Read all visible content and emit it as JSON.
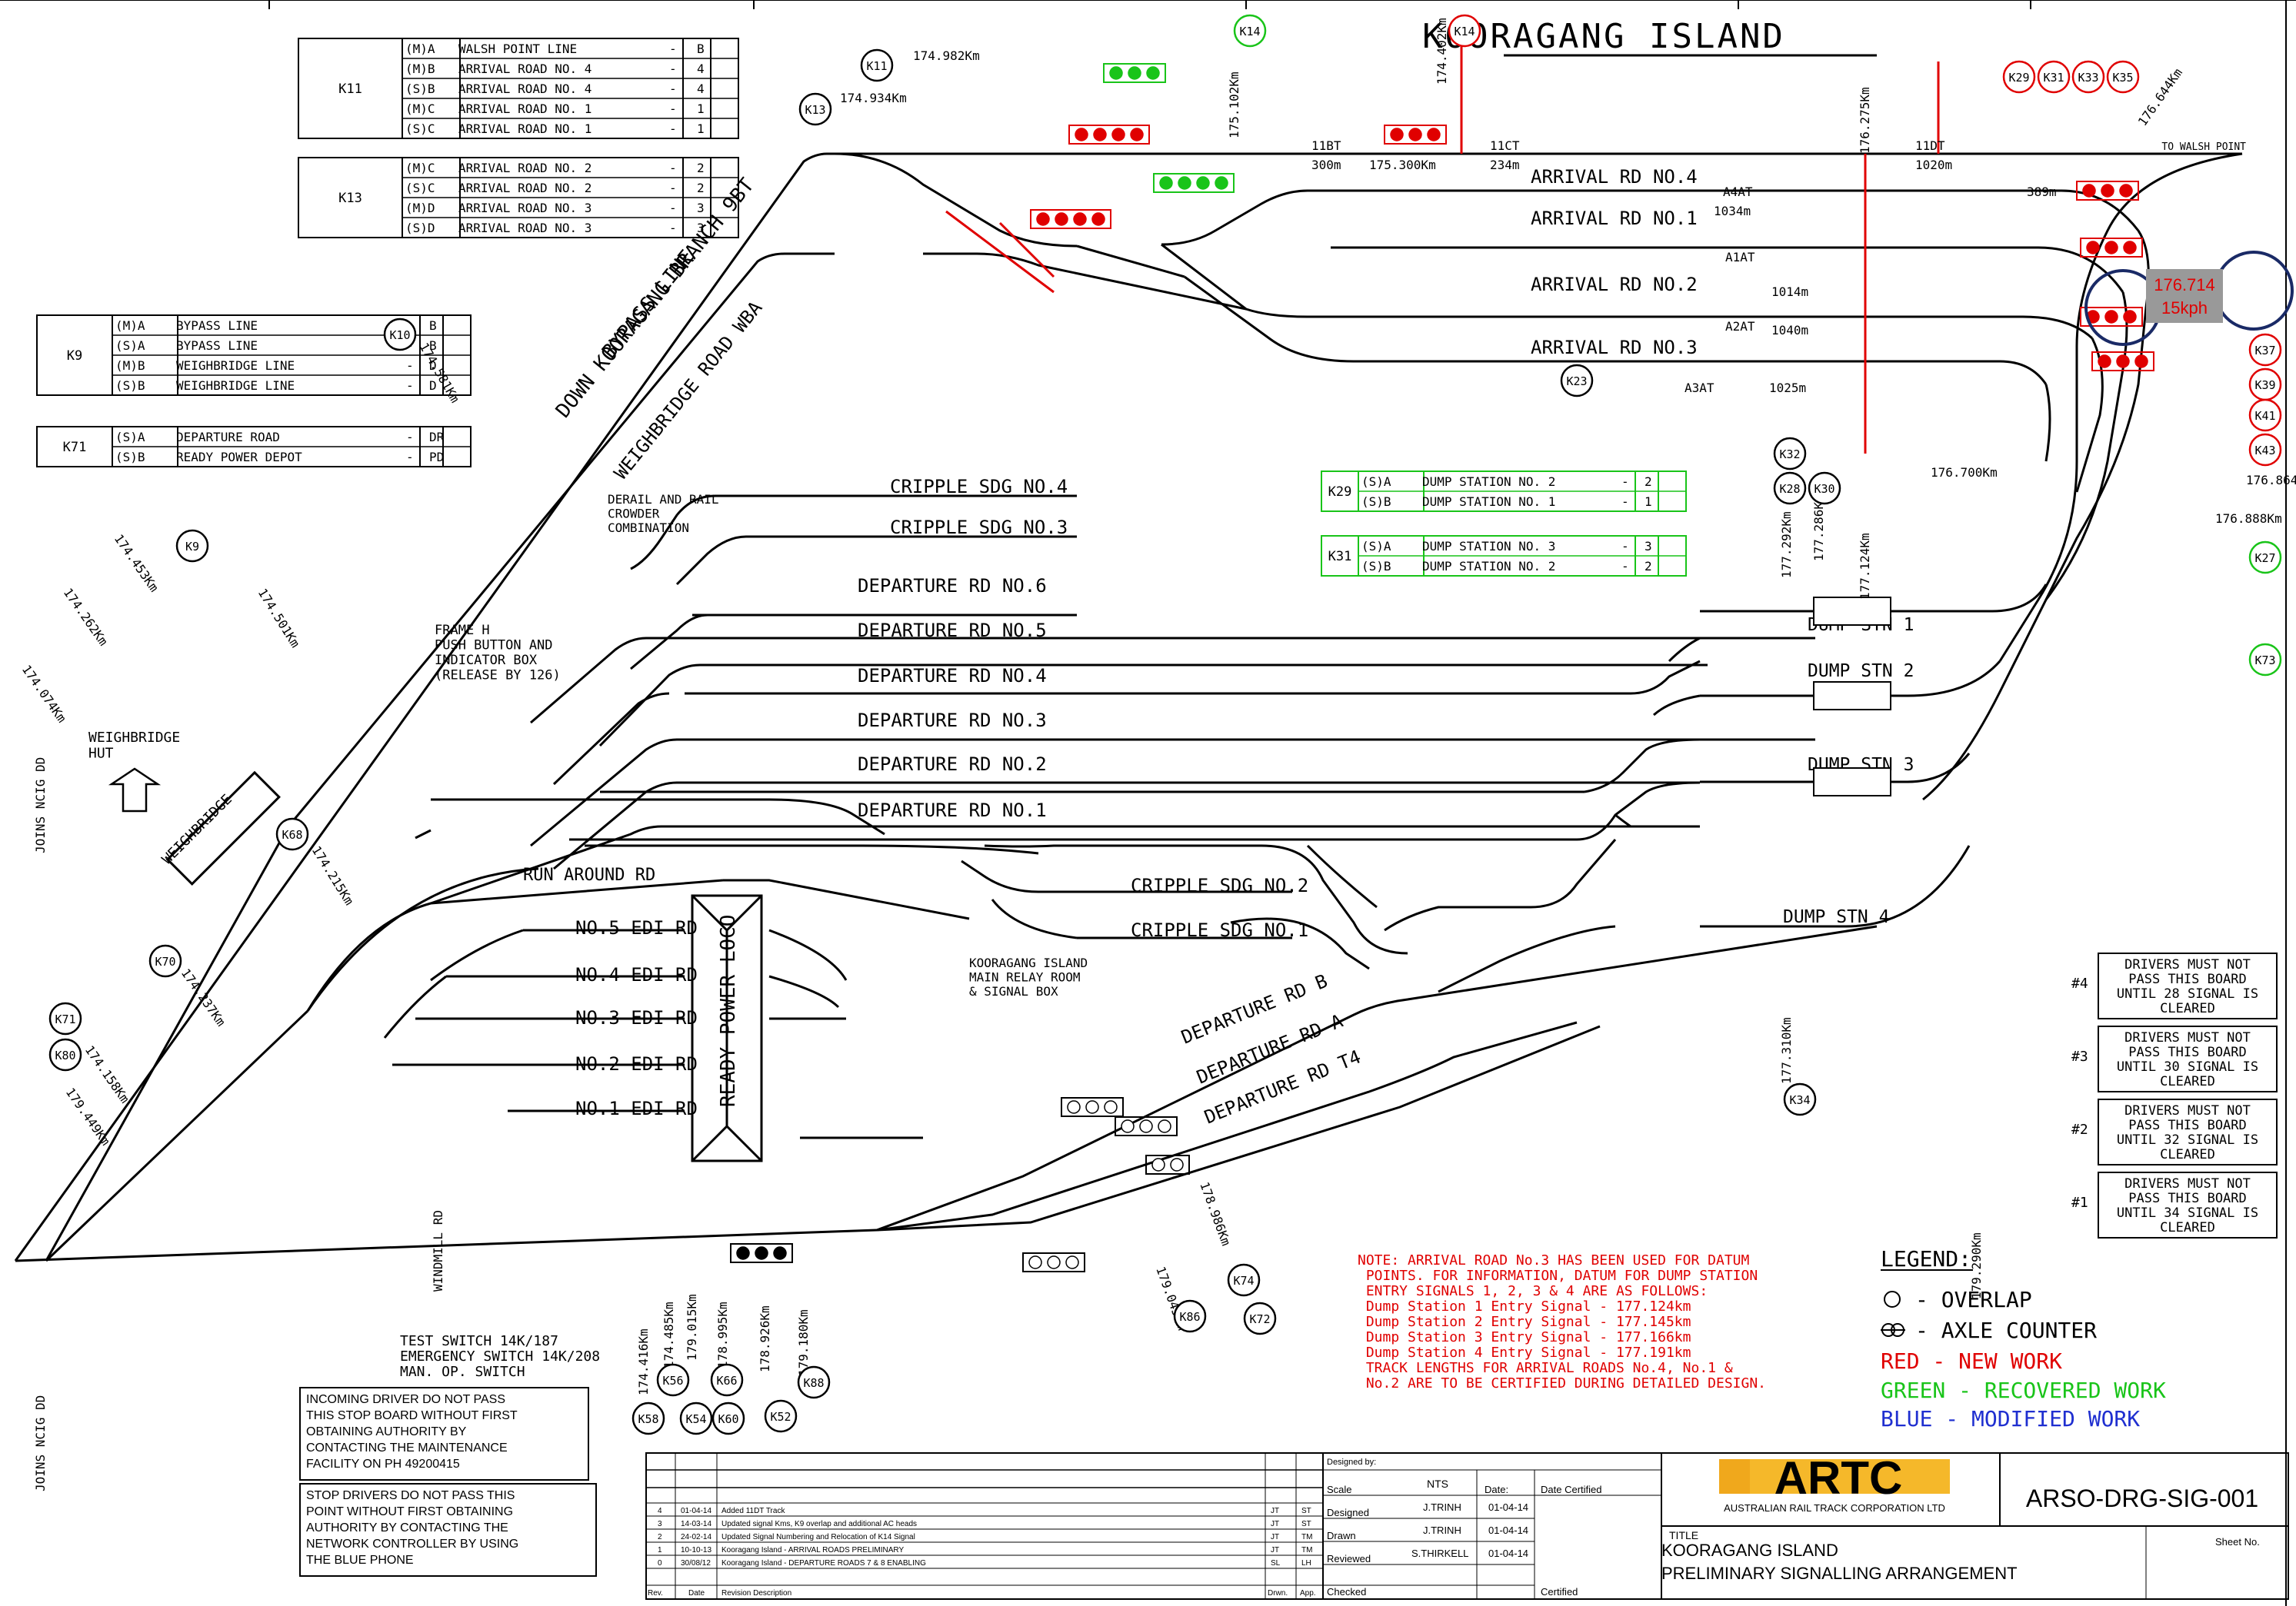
{
  "title": "KOORAGANG ISLAND",
  "to_walsh": "TO WALSH POINT",
  "routes": {
    "k11": {
      "sig": "K11",
      "rows": [
        {
          "code": "(M)A",
          "name": "WALSH POINT LINE",
          "dash": "-",
          "ind": "B",
          "color": "#000000"
        },
        {
          "code": "(M)B",
          "name": "ARRIVAL ROAD NO. 4",
          "dash": "-",
          "ind": "4",
          "color": "#e00000"
        },
        {
          "code": "(S)B",
          "name": "ARRIVAL ROAD NO. 4",
          "dash": "-",
          "ind": "4",
          "color": "#000000"
        },
        {
          "code": "(M)C",
          "name": "ARRIVAL ROAD NO. 1",
          "dash": "-",
          "ind": "1",
          "color": "#e00000"
        },
        {
          "code": "(S)C",
          "name": "ARRIVAL ROAD NO. 1",
          "dash": "-",
          "ind": "1",
          "color": "#000000"
        }
      ]
    },
    "k13": {
      "sig": "K13",
      "rows": [
        {
          "code": "(M)C",
          "name": "ARRIVAL ROAD NO. 2",
          "dash": "-",
          "ind": "2",
          "color": "#e00000"
        },
        {
          "code": "(S)C",
          "name": "ARRIVAL ROAD NO. 2",
          "dash": "-",
          "ind": "2",
          "color": "#000000"
        },
        {
          "code": "(M)D",
          "name": "ARRIVAL ROAD NO. 3",
          "dash": "-",
          "ind": "3",
          "color": "#e00000"
        },
        {
          "code": "(S)D",
          "name": "ARRIVAL ROAD NO. 3",
          "dash": "-",
          "ind": "3",
          "color": "#000000"
        }
      ]
    },
    "k9": {
      "sig": "K9",
      "rows": [
        {
          "code": "(M)A",
          "name": "BYPASS LINE",
          "dash": "-",
          "ind": "B",
          "color": "#000000"
        },
        {
          "code": "(S)A",
          "name": "BYPASS LINE",
          "dash": "-",
          "ind": "B",
          "color": "#e00000"
        },
        {
          "code": "(M)B",
          "name": "WEIGHBRIDGE LINE",
          "dash": "-",
          "ind": "D",
          "color": "#e00000"
        },
        {
          "code": "(S)B",
          "name": "WEIGHBRIDGE LINE",
          "dash": "-",
          "ind": "D",
          "color": "#000000"
        }
      ]
    },
    "k71": {
      "sig": "K71",
      "rows": [
        {
          "code": "(S)A",
          "name": "DEPARTURE ROAD",
          "dash": "-",
          "ind": "DR",
          "color": "#000000"
        },
        {
          "code": "(S)B",
          "name": "READY POWER DEPOT",
          "dash": "-",
          "ind": "PD",
          "color": "#000000"
        }
      ]
    },
    "k29": {
      "sig": "K29",
      "rows": [
        {
          "code": "(S)A",
          "name": "DUMP STATION NO. 2",
          "dash": "-",
          "ind": "2",
          "color": "#19c419"
        },
        {
          "code": "(S)B",
          "name": "DUMP STATION NO. 1",
          "dash": "-",
          "ind": "1",
          "color": "#19c419"
        }
      ]
    },
    "k31": {
      "sig": "K31",
      "rows": [
        {
          "code": "(S)A",
          "name": "DUMP STATION NO. 3",
          "dash": "-",
          "ind": "3",
          "color": "#19c419"
        },
        {
          "code": "(S)B",
          "name": "DUMP STATION NO. 2",
          "dash": "-",
          "ind": "2",
          "color": "#19c419"
        }
      ]
    }
  },
  "arrival_roads": [
    "ARRIVAL RD NO.4",
    "ARRIVAL RD NO.1",
    "ARRIVAL RD NO.2",
    "ARRIVAL RD NO.3"
  ],
  "departure_roads": [
    "DEPARTURE RD NO.6",
    "DEPARTURE RD NO.5",
    "DEPARTURE RD NO.4",
    "DEPARTURE RD NO.3",
    "DEPARTURE RD NO.2",
    "DEPARTURE RD NO.1"
  ],
  "cripple_sdgs": [
    "CRIPPLE SDG NO.4",
    "CRIPPLE SDG NO.3",
    "CRIPPLE SDG NO.2",
    "CRIPPLE SDG NO.1"
  ],
  "edi_roads": [
    "NO.5 EDI RD",
    "NO.4 EDI RD",
    "NO.3 EDI RD",
    "NO.2 EDI RD",
    "NO.1 EDI RD"
  ],
  "dump_stations": [
    "DUMP STN 1",
    "DUMP STN 2",
    "DUMP STN 3",
    "DUMP STN 4"
  ],
  "lines": {
    "bypass": "BYPASS LINE",
    "down_branch": "DOWN KOORAGANG BRANCH 9BT",
    "weighbridge_road": "WEIGHBRIDGE ROAD WBA",
    "run_around": "RUN AROUND RD",
    "dep_b": "DEPARTURE RD B",
    "dep_a": "DEPARTURE RD A",
    "dep_t4": "DEPARTURE RD T4",
    "ready_power_loco": "READY POWER LOCO",
    "weighbridge": "WEIGHBRIDGE",
    "weighbridge_hut": "WEIGHBRIDGE\nHUT",
    "windmill_rd": "WINDMILL RD",
    "joins_ncig": "JOINS NCIG DD"
  },
  "kms": {
    "k11": "174.982Km",
    "k13": "174.934Km",
    "k10": "174.581Km",
    "k9": "174.501Km",
    "s29": "174.453Km",
    "s25": "174.262Km",
    "s14": "174.074Km",
    "k68": "174.215Km",
    "k70": "174.237Km",
    "k71": "174.158Km",
    "k80": "179.449Km",
    "k14a": "175.102Km",
    "k14b": "174.402Km",
    "x175300": "175.300Km",
    "k29rept": "176.275Km",
    "k35rept": "176.644Km",
    "k32": "177.292Km",
    "k30": "177.286Km",
    "dump": "177.124Km",
    "k35b": "176.700Km",
    "k37": "176.864Km",
    "k33": "176.888Km",
    "k34": "177.310Km",
    "windmill": "179.290Km",
    "k58": "174.416Km",
    "k56": "174.485Km",
    "k54": "179.015Km",
    "k60": "178.995Km",
    "k52": "178.926Km",
    "k66": "179.180Km",
    "k72": "179.045Km",
    "k74": "178.986Km"
  },
  "dims": {
    "b11bt": "11BT",
    "b300": "300m",
    "c11ct": "11CT",
    "c234": "234m",
    "d11dt": "11DT",
    "d1020": "1020m",
    "a4at": "A4AT",
    "a389": "389m",
    "a1at": "A1AT",
    "a1014": "1014m",
    "a1034": "1034m",
    "a2at": "A2AT",
    "a1040": "1040m",
    "a3at": "A3AT",
    "a1025": "1025m",
    "speed_km": "176.714",
    "speed": "15kph"
  },
  "signals": [
    "K11",
    "K13",
    "K14",
    "K10",
    "K9",
    "K68",
    "K70",
    "K71",
    "K80",
    "K86",
    "K74",
    "K72",
    "K88",
    "K56",
    "K54",
    "K60",
    "K52",
    "K58",
    "K66",
    "K29",
    "K31",
    "K33",
    "K35",
    "K37",
    "K39",
    "K41",
    "K43",
    "K27",
    "K28",
    "K30",
    "K32",
    "K34",
    "K23",
    "K73"
  ],
  "notes": {
    "derail": "DERAIL AND RAIL\nCROWDER\nCOMBINATION",
    "frame_h": "FRAME H\nPUSH BUTTON AND\nINDICATOR BOX\n(RELEASE BY 126)",
    "relay": "KOORAGANG ISLAND\nMAIN RELAY ROOM\n& SIGNAL BOX",
    "test_switch": "TEST SWITCH 14K/187",
    "emergency": "EMERGENCY SWITCH 14K/208",
    "man_op": "MAN. OP. SWITCH",
    "incoming": "INCOMING DRIVER DO NOT PASS\nTHIS STOP BOARD WITHOUT FIRST\nOBTAINING AUTHORITY BY\nCONTACTING THE MAINTENANCE\nFACILITY ON PH 49200415",
    "stop_drivers": "STOP DRIVERS DO NOT PASS THIS\nPOINT WITHOUT FIRST OBTAINING\nAUTHORITY BY CONTACTING THE\nNETWORK CONTROLLER BY USING\nTHE BLUE PHONE",
    "datum": "NOTE: ARRIVAL ROAD No.3 HAS BEEN USED FOR DATUM\n      POINTS. FOR INFORMATION, DATUM FOR DUMP STATION\n      ENTRY SIGNALS 1, 2, 3 & 4 ARE AS FOLLOWS:\n      Dump Station 1 Entry Signal - 177.124km\n      Dump Station 2 Entry Signal - 177.145km\n      Dump Station 3 Entry Signal - 177.166km\n      Dump Station 4 Entry Signal - 177.191km\n\n      TRACK LENGTHS FOR ARRIVAL ROADS No.4, No.1 &\n      No.2 ARE TO BE CERTIFIED DURING DETAILED DESIGN."
  },
  "boards": [
    {
      "num": "#4",
      "text": "DRIVERS MUST NOT\nPASS THIS BOARD\nUNTIL 28 SIGNAL IS\nCLEARED"
    },
    {
      "num": "#3",
      "text": "DRIVERS MUST NOT\nPASS THIS BOARD\nUNTIL 30 SIGNAL IS\nCLEARED"
    },
    {
      "num": "#2",
      "text": "DRIVERS MUST NOT\nPASS THIS BOARD\nUNTIL 32 SIGNAL IS\nCLEARED"
    },
    {
      "num": "#1",
      "text": "DRIVERS MUST NOT\nPASS THIS BOARD\nUNTIL 34 SIGNAL IS\nCLEARED"
    }
  ],
  "legend": {
    "title": "LEGEND:",
    "overlap": "- OVERLAP",
    "axle": "- AXLE COUNTER",
    "red": "RED - NEW WORK",
    "green": "GREEN - RECOVERED WORK",
    "blue": "BLUE - MODIFIED WORK"
  },
  "title_block": {
    "drawing_no": "ARSO-DRG-SIG-001",
    "logo": "ARTC",
    "corp": "AUSTRALIAN RAIL TRACK CORPORATION LTD",
    "title_label": "TITLE",
    "title1": "KOORAGANG ISLAND",
    "title2": "PRELIMINARY SIGNALLING ARRANGEMENT",
    "sheet": "Sheet No.",
    "designed_by": "Designed by:",
    "scale_label": "Scale",
    "scale": "NTS",
    "date_label": "Date:",
    "date_certified": "Date Certified",
    "designed": "Designed",
    "drawn": "Drawn",
    "reviewed": "Reviewed",
    "checked": "Checked",
    "certified": "Certified",
    "designer": "J.TRINH",
    "designer_date": "01-04-14",
    "drawer": "J.TRINH",
    "drawer_date": "01-04-14",
    "reviewer": "S.THIRKELL",
    "reviewer_date": "01-04-14",
    "hdr_rev": "Rev.",
    "hdr_date": "Date",
    "hdr_desc": "Revision Description",
    "hdr_drwn": "Drwn.",
    "hdr_app": "App.",
    "revisions": [
      {
        "rev": "4",
        "date": "01-04-14",
        "desc": "Added 11DT Track",
        "drwn": "JT",
        "app": "ST"
      },
      {
        "rev": "3",
        "date": "14-03-14",
        "desc": "Updated signal Kms, K9 overlap and additional AC heads",
        "drwn": "JT",
        "app": "ST"
      },
      {
        "rev": "2",
        "date": "24-02-14",
        "desc": "Updated Signal Numbering and Relocation of K14 Signal",
        "drwn": "JT",
        "app": "TM"
      },
      {
        "rev": "1",
        "date": "10-10-13",
        "desc": "Kooragang Island - ARRIVAL ROADS PRELIMINARY",
        "drwn": "JT",
        "app": "TM"
      },
      {
        "rev": "0",
        "date": "30/08/12",
        "desc": "Kooragang Island - DEPARTURE ROADS 7 & 8 ENABLING",
        "drwn": "SL",
        "app": "LH"
      }
    ]
  }
}
